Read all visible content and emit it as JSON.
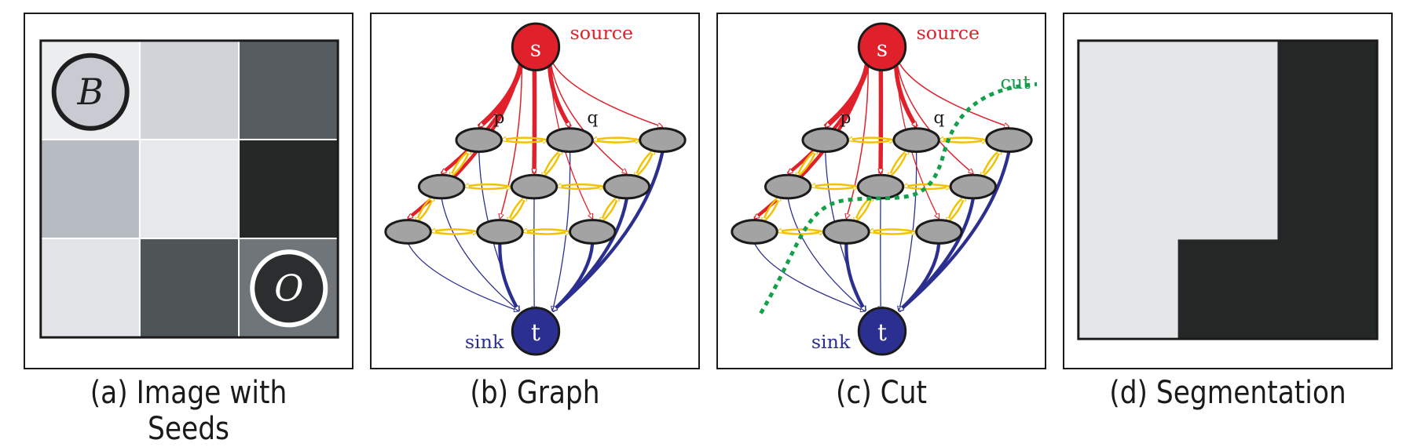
{
  "captions": {
    "a": "(a) Image with Seeds",
    "b": "(b) Graph",
    "c": "(c) Cut",
    "d": "(d) Segmentation"
  },
  "seeds": {
    "background": "B",
    "object": "O"
  },
  "graph": {
    "source_letter": "s",
    "source_label": "source",
    "sink_letter": "t",
    "sink_label": "sink",
    "node_p": "p",
    "node_q": "q",
    "cut_label": "cut"
  },
  "image_grid": [
    [
      "#ebedef",
      "#d0d3d8",
      "#565c60"
    ],
    [
      "#b7bcc2",
      "#e7e8ea",
      "#242927"
    ],
    [
      "#e3e4e7",
      "#4f5557",
      "#707579"
    ]
  ],
  "segmentation_grid": [
    [
      "light",
      "light",
      "dark"
    ],
    [
      "light",
      "light",
      "dark"
    ],
    [
      "light",
      "dark",
      "dark"
    ]
  ],
  "colors": {
    "source": "#e0202b",
    "sink": "#2b2f8f",
    "n_link": "#f2c200",
    "cut": "#13a04a",
    "node": "#a3a3a3",
    "seg_light": "#e5e6e8",
    "seg_dark": "#232826"
  }
}
